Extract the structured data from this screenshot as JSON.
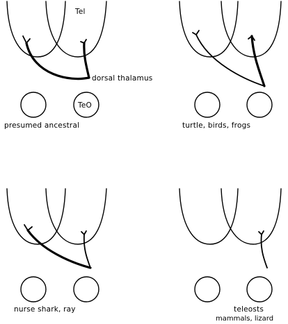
{
  "panels": {
    "p1": {
      "caption": "presumed ancestral",
      "label_tel": "Tel",
      "label_thalamus": "dorsal thalamus",
      "label_teo": "TeO"
    },
    "p2": {
      "caption": "turtle, birds, frogs"
    },
    "p3": {
      "caption": "nurse shark, ray"
    },
    "p4": {
      "caption_line1": "teleosts",
      "caption_line2": "mammals, lizard"
    }
  }
}
